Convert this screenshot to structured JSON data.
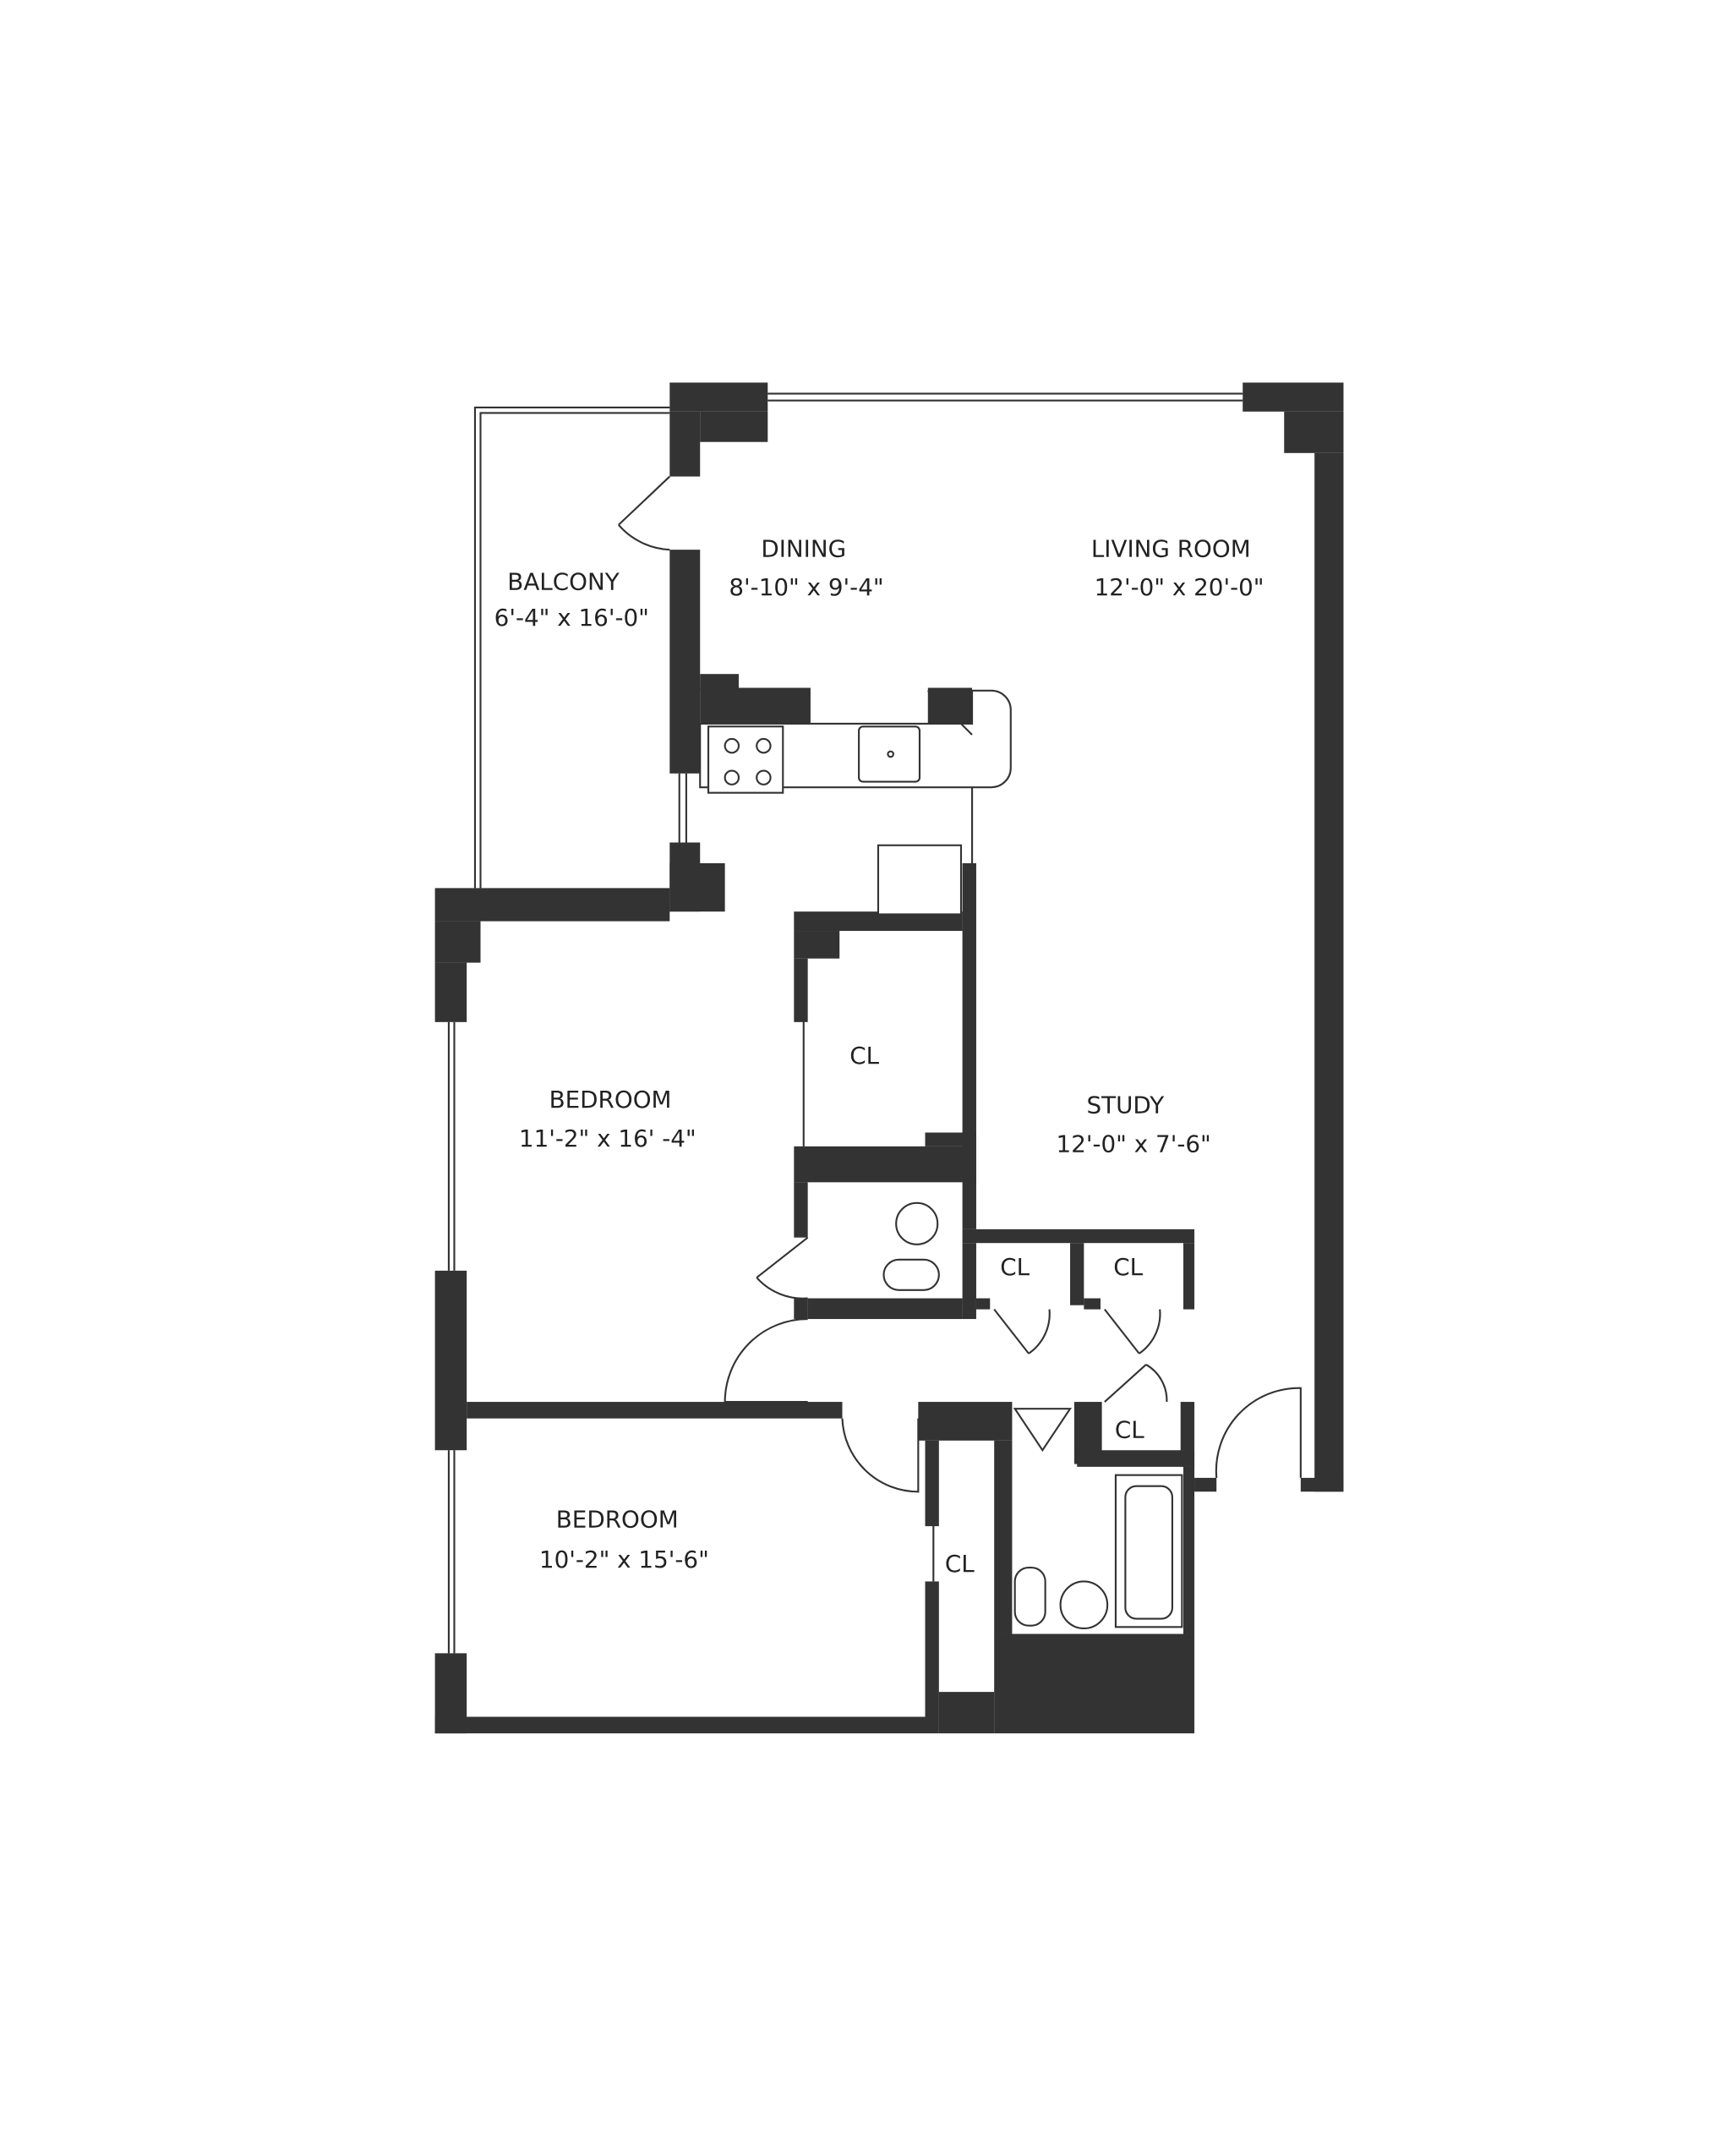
{
  "rooms": {
    "balcony": {
      "name": "BALCONY",
      "size": "6'-4\" x 16'-0\""
    },
    "dining": {
      "name": "DINING",
      "size": "8'-10\" x 9'-4\""
    },
    "living": {
      "name": "LIVING ROOM",
      "size": "12'-0\" x 20'-0\""
    },
    "bedroom1": {
      "name": "BEDROOM",
      "size": "11'-2\" x 16' -4\""
    },
    "study": {
      "name": "STUDY",
      "size": "12'-0\" x 7'-6\""
    },
    "bedroom2": {
      "name": "BEDROOM",
      "size": "10'-2\" x 15'-6\""
    }
  },
  "closets": [
    "CL",
    "CL",
    "CL",
    "CL",
    "CL"
  ],
  "colors": {
    "wall": "#333333",
    "background": "#ffffff"
  }
}
